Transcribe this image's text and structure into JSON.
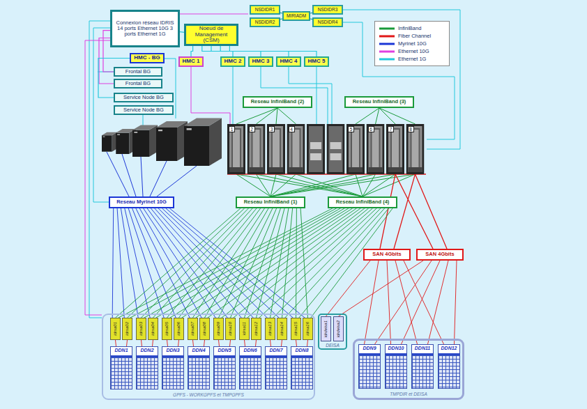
{
  "diagram": {
    "nodes": [
      {
        "text": [
          "Connexion réseau IDRIS",
          "14 ports Ethernet 10G 3 ports Ethernet 1G"
        ]
      },
      {
        "text": [
          "Noeud de Management (CSM)"
        ]
      },
      {
        "text": [
          "NSDIDR1"
        ]
      },
      {
        "text": [
          "NSDIDR2"
        ]
      },
      {
        "text": [
          "MIRIADM"
        ]
      },
      {
        "text": [
          "NSDIDR3"
        ]
      },
      {
        "text": [
          "NSDIDR4"
        ]
      },
      {
        "text": [
          "HMC - BG"
        ]
      },
      {
        "text": [
          "HMC 1"
        ]
      },
      {
        "text": [
          "HMC 2"
        ]
      },
      {
        "text": [
          "HMC 3"
        ]
      },
      {
        "text": [
          "HMC 4"
        ]
      },
      {
        "text": [
          "HMC 5"
        ]
      },
      {
        "text": [
          "Frontal BG"
        ]
      },
      {
        "text": [
          "Frontal BG"
        ]
      },
      {
        "text": [
          "Service Node BG"
        ]
      },
      {
        "text": [
          "Service Node BG"
        ]
      },
      {
        "text": [
          "Reseau InfiniBand (2)"
        ]
      },
      {
        "text": [
          "Reseau InfiniBand (3)"
        ]
      },
      {
        "text": [
          "Reseau Myrinet 10G"
        ]
      },
      {
        "text": [
          "Reseau InfiniBand (1)"
        ]
      },
      {
        "text": [
          "Reseau InfiniBand (4)"
        ]
      },
      {
        "text": [
          "SAN 4Gbits"
        ]
      },
      {
        "text": [
          "SAN 4Gbits"
        ]
      },
      {
        "text": [
          "GPFS - WORKGPFS et TMPGPFS"
        ]
      },
      {
        "text": [
          "idrsa01"
        ],
        "in": 24
      },
      {
        "text": [
          "idrsa02"
        ],
        "in": 24
      },
      {
        "text": [
          "idrsa03"
        ],
        "in": 24
      },
      {
        "text": [
          "idrsa04"
        ],
        "in": 24
      },
      {
        "text": [
          "idrsa05"
        ],
        "in": 24
      },
      {
        "text": [
          "idrsa06"
        ],
        "in": 24
      },
      {
        "text": [
          "idrsa07"
        ],
        "in": 24
      },
      {
        "text": [
          "idrsa08"
        ],
        "in": 24
      },
      {
        "text": [
          "idrsa09"
        ],
        "in": 24
      },
      {
        "text": [
          "idrsa10"
        ],
        "in": 24
      },
      {
        "text": [
          "idrsa11"
        ],
        "in": 24
      },
      {
        "text": [
          "idrsa12"
        ],
        "in": 24
      },
      {
        "text": [
          "idrsa13"
        ],
        "in": 24
      },
      {
        "text": [
          "idrsa14"
        ],
        "in": 24
      },
      {
        "text": [
          "idrsa15"
        ],
        "in": 24
      },
      {
        "text": [
          "idrsa16"
        ],
        "in": 24
      },
      {
        "text": [
          "DDN1"
        ],
        "in": 24
      },
      {
        "text": [
          "DDN2"
        ],
        "in": 24
      },
      {
        "text": [
          "DDN3"
        ],
        "in": 24
      },
      {
        "text": [
          "DDN4"
        ],
        "in": 24
      },
      {
        "text": [
          "DDN5"
        ],
        "in": 24
      },
      {
        "text": [
          "DDN6"
        ],
        "in": 24
      },
      {
        "text": [
          "DDN7"
        ],
        "in": 24
      },
      {
        "text": [
          "DDN8"
        ],
        "in": 24
      },
      {
        "text": [
          "DEISA"
        ]
      },
      {
        "text": [
          "idrdeisa1"
        ],
        "in": 49
      },
      {
        "text": [
          "idrdeisa2"
        ],
        "in": 49
      },
      {
        "text": [
          "TMPDIR et DEISA"
        ]
      },
      {
        "text": [
          "DDN9"
        ],
        "in": 52
      },
      {
        "text": [
          "DDN10"
        ],
        "in": 52
      },
      {
        "text": [
          "DDN11"
        ],
        "in": 52
      },
      {
        "text": [
          "DDN12"
        ],
        "in": 52
      }
    ],
    "edges": [
      {
        "from": 0,
        "to": 1,
        "arrow": "none"
      },
      {
        "from": 0,
        "to": 13,
        "arrow": "none"
      },
      {
        "from": 0,
        "to": 14,
        "arrow": "none"
      },
      {
        "from": 1,
        "to": 8,
        "arrow": "none"
      },
      {
        "from": 1,
        "to": 9,
        "arrow": "none"
      },
      {
        "from": 1,
        "to": 10,
        "arrow": "none"
      },
      {
        "from": 1,
        "to": 11,
        "arrow": "none"
      },
      {
        "from": 1,
        "to": 12,
        "arrow": "none"
      },
      {
        "from": 2,
        "to": 4,
        "arrow": "none"
      },
      {
        "from": 3,
        "to": 4,
        "arrow": "none"
      },
      {
        "from": 5,
        "to": 4,
        "arrow": "none"
      },
      {
        "from": 6,
        "to": 4,
        "arrow": "none"
      },
      {
        "from": 7,
        "to": 15,
        "arrow": "none"
      },
      {
        "from": 19,
        "to": 25,
        "arrow": "none"
      },
      {
        "from": 19,
        "to": 26,
        "arrow": "none"
      },
      {
        "from": 19,
        "to": 27,
        "arrow": "none"
      },
      {
        "from": 19,
        "to": 28,
        "arrow": "none"
      },
      {
        "from": 19,
        "to": 29,
        "arrow": "none"
      },
      {
        "from": 19,
        "to": 30,
        "arrow": "none"
      },
      {
        "from": 19,
        "to": 31,
        "arrow": "none"
      },
      {
        "from": 19,
        "to": 32,
        "arrow": "none"
      },
      {
        "from": 19,
        "to": 33,
        "arrow": "none"
      },
      {
        "from": 19,
        "to": 34,
        "arrow": "none"
      },
      {
        "from": 19,
        "to": 35,
        "arrow": "none"
      },
      {
        "from": 19,
        "to": 36,
        "arrow": "none"
      },
      {
        "from": 19,
        "to": 37,
        "arrow": "none"
      },
      {
        "from": 19,
        "to": 38,
        "arrow": "none"
      },
      {
        "from": 19,
        "to": 39,
        "arrow": "none"
      },
      {
        "from": 19,
        "to": 40,
        "arrow": "none"
      },
      {
        "from": 20,
        "to": 25,
        "arrow": "none"
      },
      {
        "from": 20,
        "to": 26,
        "arrow": "none"
      },
      {
        "from": 20,
        "to": 27,
        "arrow": "none"
      },
      {
        "from": 20,
        "to": 28,
        "arrow": "none"
      },
      {
        "from": 20,
        "to": 29,
        "arrow": "none"
      },
      {
        "from": 20,
        "to": 30,
        "arrow": "none"
      },
      {
        "from": 20,
        "to": 31,
        "arrow": "none"
      },
      {
        "from": 20,
        "to": 32,
        "arrow": "none"
      },
      {
        "from": 20,
        "to": 33,
        "arrow": "none"
      },
      {
        "from": 20,
        "to": 34,
        "arrow": "none"
      },
      {
        "from": 20,
        "to": 35,
        "arrow": "none"
      },
      {
        "from": 20,
        "to": 36,
        "arrow": "none"
      },
      {
        "from": 20,
        "to": 37,
        "arrow": "none"
      },
      {
        "from": 20,
        "to": 38,
        "arrow": "none"
      },
      {
        "from": 20,
        "to": 39,
        "arrow": "none"
      },
      {
        "from": 20,
        "to": 40,
        "arrow": "none"
      },
      {
        "from": 21,
        "to": 25,
        "arrow": "none"
      },
      {
        "from": 21,
        "to": 26,
        "arrow": "none"
      },
      {
        "from": 21,
        "to": 27,
        "arrow": "none"
      },
      {
        "from": 21,
        "to": 28,
        "arrow": "none"
      },
      {
        "from": 21,
        "to": 29,
        "arrow": "none"
      },
      {
        "from": 21,
        "to": 30,
        "arrow": "none"
      },
      {
        "from": 21,
        "to": 31,
        "arrow": "none"
      },
      {
        "from": 21,
        "to": 32,
        "arrow": "none"
      },
      {
        "from": 21,
        "to": 33,
        "arrow": "none"
      },
      {
        "from": 21,
        "to": 34,
        "arrow": "none"
      },
      {
        "from": 21,
        "to": 35,
        "arrow": "none"
      },
      {
        "from": 21,
        "to": 36,
        "arrow": "none"
      },
      {
        "from": 21,
        "to": 37,
        "arrow": "none"
      },
      {
        "from": 21,
        "to": 38,
        "arrow": "none"
      },
      {
        "from": 21,
        "to": 39,
        "arrow": "none"
      },
      {
        "from": 21,
        "to": 40,
        "arrow": "none"
      },
      {
        "from": 25,
        "to": 41,
        "arrow": "none"
      },
      {
        "from": 26,
        "to": 41,
        "arrow": "none"
      },
      {
        "from": 27,
        "to": 42,
        "arrow": "none"
      },
      {
        "from": 28,
        "to": 42,
        "arrow": "none"
      },
      {
        "from": 29,
        "to": 43,
        "arrow": "none"
      },
      {
        "from": 30,
        "to": 43,
        "arrow": "none"
      },
      {
        "from": 31,
        "to": 44,
        "arrow": "none"
      },
      {
        "from": 32,
        "to": 44,
        "arrow": "none"
      },
      {
        "from": 33,
        "to": 45,
        "arrow": "none"
      },
      {
        "from": 34,
        "to": 45,
        "arrow": "none"
      },
      {
        "from": 35,
        "to": 46,
        "arrow": "none"
      },
      {
        "from": 36,
        "to": 46,
        "arrow": "none"
      },
      {
        "from": 37,
        "to": 47,
        "arrow": "none"
      },
      {
        "from": 38,
        "to": 47,
        "arrow": "none"
      },
      {
        "from": 39,
        "to": 48,
        "arrow": "none"
      },
      {
        "from": 40,
        "to": 48,
        "arrow": "none"
      },
      {
        "from": 22,
        "to": 53,
        "arrow": "none"
      },
      {
        "from": 22,
        "to": 54,
        "arrow": "none"
      },
      {
        "from": 22,
        "to": 55,
        "arrow": "none"
      },
      {
        "from": 22,
        "to": 56,
        "arrow": "none"
      },
      {
        "from": 23,
        "to": 53,
        "arrow": "none"
      },
      {
        "from": 23,
        "to": 54,
        "arrow": "none"
      },
      {
        "from": 23,
        "to": 55,
        "arrow": "none"
      },
      {
        "from": 23,
        "to": 56,
        "arrow": "none"
      },
      {
        "from": 22,
        "to": 50,
        "arrow": "none"
      },
      {
        "from": 23,
        "to": 51,
        "arrow": "none"
      }
    ],
    "labels": [
      "1",
      "2",
      "3",
      "4",
      "5",
      "6",
      "7",
      "8"
    ],
    "legend": [
      {
        "text": "InfiniBand"
      },
      {
        "text": "Fiber Channel"
      },
      {
        "text": "Myrinet 10G"
      },
      {
        "text": "Ethernet 10G"
      },
      {
        "text": "Ethernet 1G"
      }
    ]
  }
}
